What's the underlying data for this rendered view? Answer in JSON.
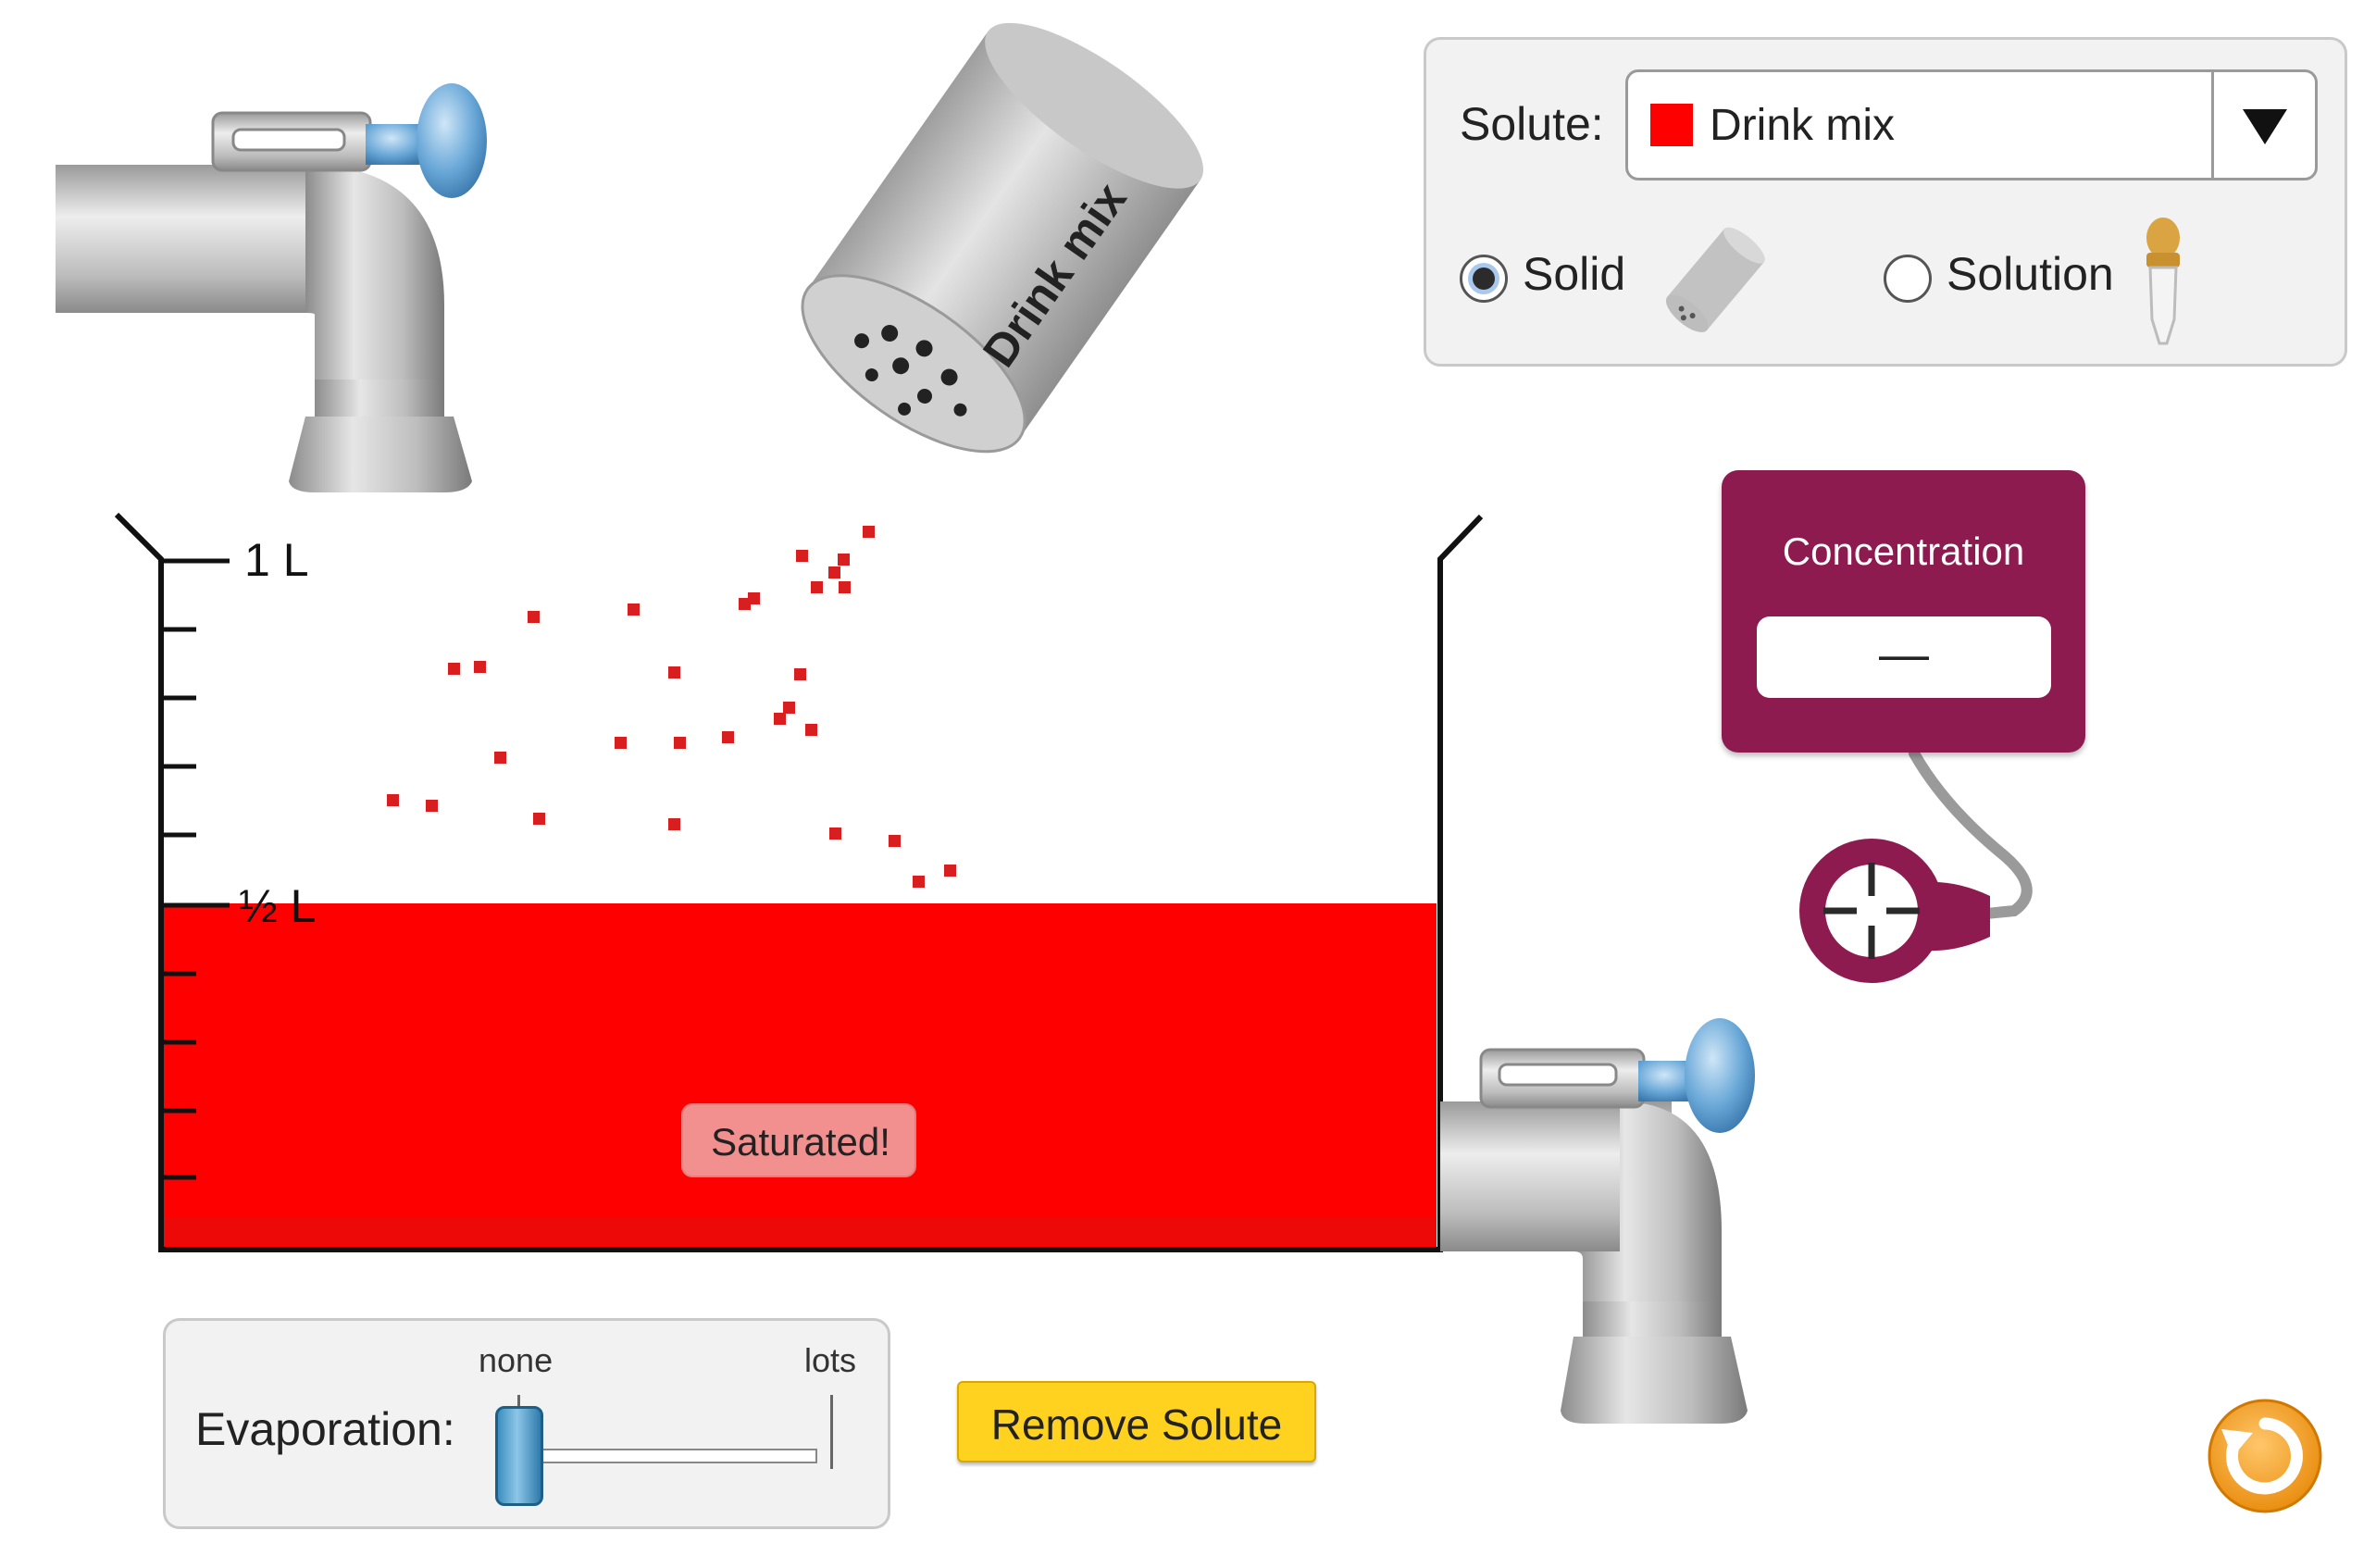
{
  "beaker": {
    "label_1l": "1 L",
    "label_half": "½ L",
    "status_badge": "Saturated!",
    "fill_level_liters": 0.5,
    "solution_color": "#ff0000"
  },
  "shaker": {
    "label": "Drink mix"
  },
  "solute_panel": {
    "label": "Solute:",
    "selected": "Drink mix",
    "selected_color": "#ff0000",
    "solid_label": "Solid",
    "solution_label": "Solution",
    "mode": "Solid"
  },
  "meter": {
    "title": "Concentration",
    "value": "—",
    "color": "#8e1b4f"
  },
  "evaporation": {
    "label": "Evaporation:",
    "min_label": "none",
    "max_label": "lots",
    "level": 0
  },
  "buttons": {
    "remove_solute": "Remove Solute"
  },
  "colors": {
    "accent_button": "#ffd21f",
    "reset": "#f5a623",
    "slider": "#3d8fc0"
  }
}
